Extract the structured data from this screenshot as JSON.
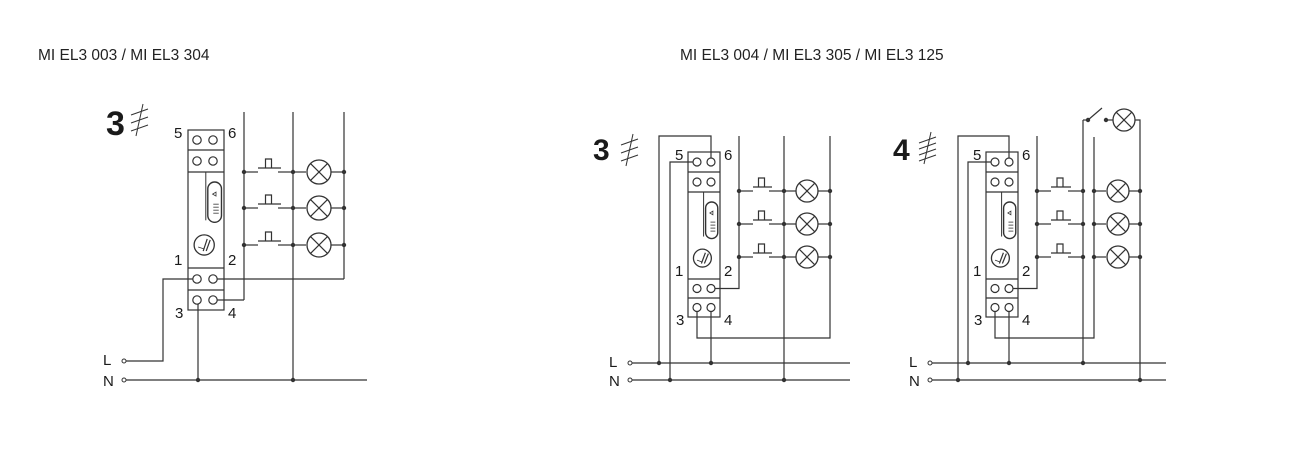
{
  "titles": {
    "left": "MI EL3 003 / MI EL3 304",
    "right": "MI EL3 004 / MI EL3 305 / MI EL3 125"
  },
  "diagrams": [
    {
      "wire_count": "3",
      "terminals": [
        "1",
        "2",
        "3",
        "4",
        "5",
        "6"
      ],
      "line_label": "L",
      "neutral_label": "N",
      "pushbuttons": 3,
      "lamps": 3
    },
    {
      "wire_count": "3",
      "terminals": [
        "1",
        "2",
        "3",
        "4",
        "5",
        "6"
      ],
      "line_label": "L",
      "neutral_label": "N",
      "pushbuttons": 3,
      "lamps": 3
    },
    {
      "wire_count": "4",
      "terminals": [
        "1",
        "2",
        "3",
        "4",
        "5",
        "6"
      ],
      "line_label": "L",
      "neutral_label": "N",
      "pushbuttons": 3,
      "lamps": 4
    }
  ],
  "colors": {
    "line": "#333333"
  }
}
